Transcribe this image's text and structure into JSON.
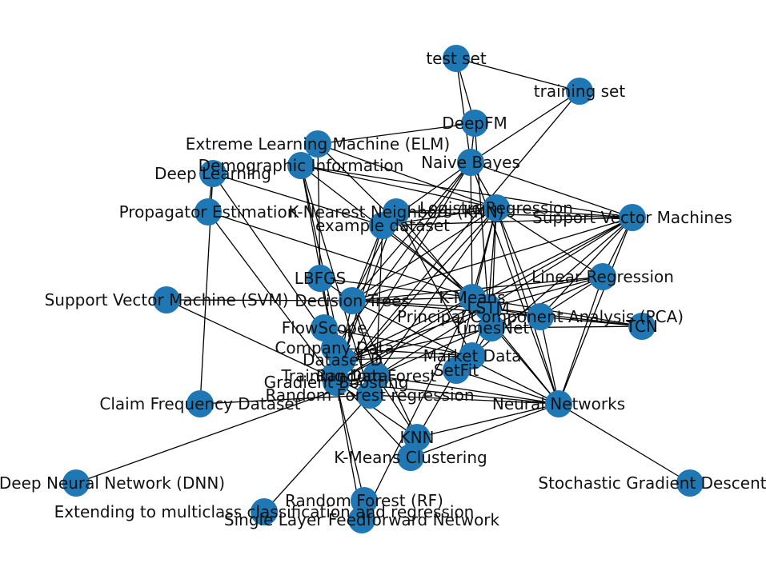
{
  "colors": {
    "node": "#1f77b4",
    "edge": "#000000",
    "label": "#111111",
    "background": "#ffffff"
  },
  "nodes": [
    {
      "id": "test_set",
      "label": "test set"
    },
    {
      "id": "training_set",
      "label": "training set"
    },
    {
      "id": "deepfm",
      "label": "DeepFM"
    },
    {
      "id": "elm",
      "label": "Extreme Learning Machine (ELM)"
    },
    {
      "id": "demographic",
      "label": "Demographic Information"
    },
    {
      "id": "naive_bayes",
      "label": "Naive Bayes"
    },
    {
      "id": "deep_learning",
      "label": "Deep Learning"
    },
    {
      "id": "propagator",
      "label": "Propagator Estimation"
    },
    {
      "id": "knn_full",
      "label": "K-Nearest Neighbors (KNN)"
    },
    {
      "id": "example_dataset",
      "label": "example dataset"
    },
    {
      "id": "logistic",
      "label": "Logistic Regression"
    },
    {
      "id": "svm_plural",
      "label": "Support Vector Machines"
    },
    {
      "id": "lbfgs",
      "label": "LBFGS"
    },
    {
      "id": "linear_reg",
      "label": "Linear Regression"
    },
    {
      "id": "svm_single",
      "label": "Support Vector Machine (SVM)"
    },
    {
      "id": "decision_trees",
      "label": "Decision Trees"
    },
    {
      "id": "kmeans",
      "label": "K-Means"
    },
    {
      "id": "lstm",
      "label": "LSTM"
    },
    {
      "id": "pca",
      "label": "Principal Component Analysis (PCA)"
    },
    {
      "id": "tcn",
      "label": "TCN"
    },
    {
      "id": "timesnet",
      "label": "TimesNet"
    },
    {
      "id": "flowscope",
      "label": "FlowScope"
    },
    {
      "id": "company_data",
      "label": "Company Data"
    },
    {
      "id": "market_data",
      "label": "Market Data"
    },
    {
      "id": "dataset_d",
      "label": "Dataset D"
    },
    {
      "id": "setfit",
      "label": "SetFit"
    },
    {
      "id": "gradient_boosting",
      "label": "Gradient Boosting"
    },
    {
      "id": "training_data",
      "label": "Training Data"
    },
    {
      "id": "random_forest",
      "label": "Random Forest"
    },
    {
      "id": "rf_regression",
      "label": "Random Forest regression"
    },
    {
      "id": "claim_freq",
      "label": "Claim Frequency Dataset"
    },
    {
      "id": "neural_networks",
      "label": "Neural Networks"
    },
    {
      "id": "knn",
      "label": "KNN"
    },
    {
      "id": "kmeans_clustering",
      "label": "K-Means Clustering"
    },
    {
      "id": "dnn",
      "label": "Deep Neural Network (DNN)"
    },
    {
      "id": "sgd",
      "label": "Stochastic Gradient Descent"
    },
    {
      "id": "rf_paren",
      "label": "Random Forest (RF)"
    },
    {
      "id": "multiclass",
      "label": "Extending to multiclass classification and regression"
    },
    {
      "id": "slfn",
      "label": "Single Layer Feedforward Network"
    }
  ],
  "edges": [
    [
      "test_set",
      "training_set"
    ],
    [
      "test_set",
      "deepfm"
    ],
    [
      "test_set",
      "naive_bayes"
    ],
    [
      "training_set",
      "naive_bayes"
    ],
    [
      "training_set",
      "gradient_boosting"
    ],
    [
      "deepfm",
      "elm"
    ],
    [
      "deepfm",
      "naive_bayes"
    ],
    [
      "deepfm",
      "lstm"
    ],
    [
      "elm",
      "demographic"
    ],
    [
      "elm",
      "logistic"
    ],
    [
      "elm",
      "kmeans"
    ],
    [
      "elm",
      "lbfgs"
    ],
    [
      "demographic",
      "logistic"
    ],
    [
      "demographic",
      "svm_plural"
    ],
    [
      "demographic",
      "company_data"
    ],
    [
      "demographic",
      "dataset_d"
    ],
    [
      "demographic",
      "rf_regression"
    ],
    [
      "demographic",
      "kmeans"
    ],
    [
      "naive_bayes",
      "example_dataset"
    ],
    [
      "naive_bayes",
      "logistic"
    ],
    [
      "naive_bayes",
      "svm_plural"
    ],
    [
      "naive_bayes",
      "decision_trees"
    ],
    [
      "naive_bayes",
      "kmeans"
    ],
    [
      "naive_bayes",
      "neural_networks"
    ],
    [
      "naive_bayes",
      "company_data"
    ],
    [
      "naive_bayes",
      "gradient_boosting"
    ],
    [
      "deep_learning",
      "propagator"
    ],
    [
      "deep_learning",
      "company_data"
    ],
    [
      "deep_learning",
      "claim_freq"
    ],
    [
      "deep_learning",
      "example_dataset"
    ],
    [
      "propagator",
      "gradient_boosting"
    ],
    [
      "propagator",
      "kmeans"
    ],
    [
      "knn_full",
      "logistic"
    ],
    [
      "knn_full",
      "decision_trees"
    ],
    [
      "knn_full",
      "dataset_d"
    ],
    [
      "knn_full",
      "neural_networks"
    ],
    [
      "knn_full",
      "svm_plural"
    ],
    [
      "knn_full",
      "market_data"
    ],
    [
      "example_dataset",
      "logistic"
    ],
    [
      "example_dataset",
      "decision_trees"
    ],
    [
      "example_dataset",
      "gradient_boosting"
    ],
    [
      "example_dataset",
      "random_forest"
    ],
    [
      "example_dataset",
      "svm_plural"
    ],
    [
      "example_dataset",
      "kmeans"
    ],
    [
      "logistic",
      "svm_plural"
    ],
    [
      "logistic",
      "linear_reg"
    ],
    [
      "logistic",
      "decision_trees"
    ],
    [
      "logistic",
      "kmeans"
    ],
    [
      "logistic",
      "lstm"
    ],
    [
      "logistic",
      "pca"
    ],
    [
      "logistic",
      "neural_networks"
    ],
    [
      "logistic",
      "timesnet"
    ],
    [
      "logistic",
      "gradient_boosting"
    ],
    [
      "logistic",
      "random_forest"
    ],
    [
      "logistic",
      "setfit"
    ],
    [
      "svm_plural",
      "linear_reg"
    ],
    [
      "svm_plural",
      "decision_trees"
    ],
    [
      "svm_plural",
      "kmeans"
    ],
    [
      "svm_plural",
      "pca"
    ],
    [
      "svm_plural",
      "neural_networks"
    ],
    [
      "svm_plural",
      "random_forest"
    ],
    [
      "svm_plural",
      "market_data"
    ],
    [
      "svm_plural",
      "gradient_boosting"
    ],
    [
      "lbfgs",
      "decision_trees"
    ],
    [
      "lbfgs",
      "company_data"
    ],
    [
      "lbfgs",
      "kmeans"
    ],
    [
      "linear_reg",
      "decision_trees"
    ],
    [
      "linear_reg",
      "kmeans"
    ],
    [
      "linear_reg",
      "neural_networks"
    ],
    [
      "linear_reg",
      "pca"
    ],
    [
      "linear_reg",
      "random_forest"
    ],
    [
      "linear_reg",
      "lstm"
    ],
    [
      "svm_single",
      "decision_trees"
    ],
    [
      "svm_single",
      "rf_regression"
    ],
    [
      "decision_trees",
      "kmeans"
    ],
    [
      "decision_trees",
      "lstm"
    ],
    [
      "decision_trees",
      "pca"
    ],
    [
      "decision_trees",
      "random_forest"
    ],
    [
      "decision_trees",
      "gradient_boosting"
    ],
    [
      "decision_trees",
      "neural_networks"
    ],
    [
      "decision_trees",
      "knn"
    ],
    [
      "kmeans",
      "lstm"
    ],
    [
      "kmeans",
      "timesnet"
    ],
    [
      "kmeans",
      "tcn"
    ],
    [
      "kmeans",
      "dataset_d"
    ],
    [
      "kmeans",
      "gradient_boosting"
    ],
    [
      "kmeans",
      "neural_networks"
    ],
    [
      "lstm",
      "pca"
    ],
    [
      "lstm",
      "timesnet"
    ],
    [
      "lstm",
      "tcn"
    ],
    [
      "lstm",
      "market_data"
    ],
    [
      "lstm",
      "dataset_d"
    ],
    [
      "pca",
      "tcn"
    ],
    [
      "pca",
      "neural_networks"
    ],
    [
      "timesnet",
      "tcn"
    ],
    [
      "timesnet",
      "market_data"
    ],
    [
      "timesnet",
      "dataset_d"
    ],
    [
      "flowscope",
      "company_data"
    ],
    [
      "flowscope",
      "market_data"
    ],
    [
      "company_data",
      "market_data"
    ],
    [
      "company_data",
      "dataset_d"
    ],
    [
      "market_data",
      "dataset_d"
    ],
    [
      "market_data",
      "setfit"
    ],
    [
      "gradient_boosting",
      "random_forest"
    ],
    [
      "gradient_boosting",
      "neural_networks"
    ],
    [
      "gradient_boosting",
      "knn"
    ],
    [
      "gradient_boosting",
      "slfn"
    ],
    [
      "random_forest",
      "neural_networks"
    ],
    [
      "random_forest",
      "knn"
    ],
    [
      "random_forest",
      "dnn"
    ],
    [
      "rf_regression",
      "neural_networks"
    ],
    [
      "rf_regression",
      "claim_freq"
    ],
    [
      "rf_regression",
      "multiclass"
    ],
    [
      "neural_networks",
      "kmeans_clustering"
    ],
    [
      "neural_networks",
      "sgd"
    ],
    [
      "neural_networks",
      "setfit"
    ],
    [
      "neural_networks",
      "knn"
    ],
    [
      "knn",
      "kmeans_clustering"
    ],
    [
      "knn",
      "setfit"
    ],
    [
      "kmeans_clustering",
      "training_data"
    ],
    [
      "rf_paren",
      "training_data"
    ],
    [
      "rf_paren",
      "slfn"
    ],
    [
      "slfn",
      "kmeans"
    ]
  ]
}
